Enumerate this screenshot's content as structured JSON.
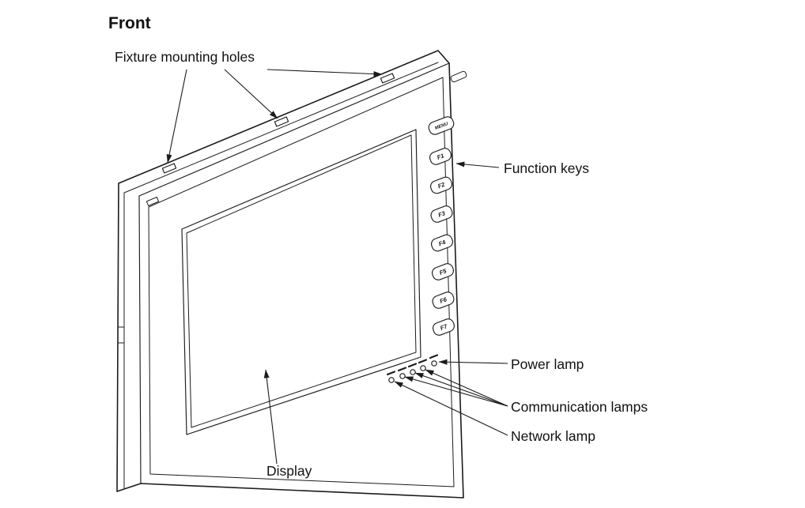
{
  "title": "Front",
  "callouts": {
    "fixture_mounting_holes": "Fixture mounting holes",
    "function_keys": "Function keys",
    "power_lamp": "Power lamp",
    "communication_lamps": "Communication lamps",
    "network_lamp": "Network lamp",
    "display": "Display"
  },
  "device": {
    "menu_key_label": "MENU",
    "function_key_labels": [
      "F1",
      "F2",
      "F3",
      "F4",
      "F5",
      "F6",
      "F7"
    ]
  },
  "colors": {
    "line": "#1c1c1c",
    "text": "#111111",
    "background": "#ffffff"
  }
}
